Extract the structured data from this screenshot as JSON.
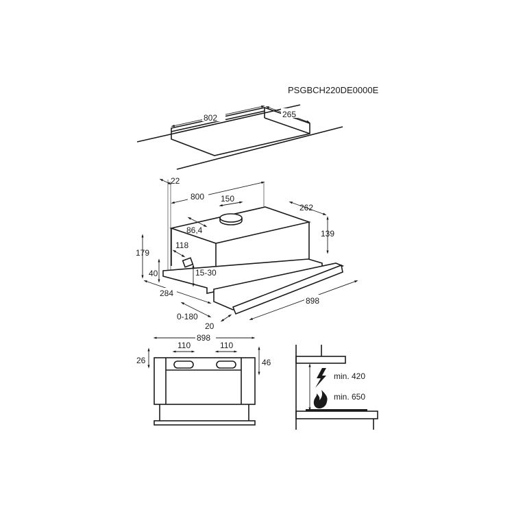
{
  "model_code": "PSGBCH220DE0000E",
  "cutout": {
    "width": "802",
    "depth": "265"
  },
  "hood": {
    "wall_gap": "22",
    "body_width": "800",
    "outlet_diameter": "150",
    "outlet_offset": "86,4",
    "body_depth": "262",
    "body_height": "139",
    "total_height": "179",
    "side_offset": "118",
    "visor_height": "40",
    "visor_adjust": "15-30",
    "total_depth": "284",
    "extension": "0-180",
    "visor_depth": "20",
    "visor_width": "898"
  },
  "front_view": {
    "width": "898",
    "outlet_left": "110",
    "outlet_right": "110",
    "left_height": "26",
    "right_height": "46"
  },
  "clearance": {
    "electric": "min. 420",
    "gas": "min. 650"
  },
  "icons": {
    "electric": "lightning-icon",
    "gas": "flame-icon"
  }
}
